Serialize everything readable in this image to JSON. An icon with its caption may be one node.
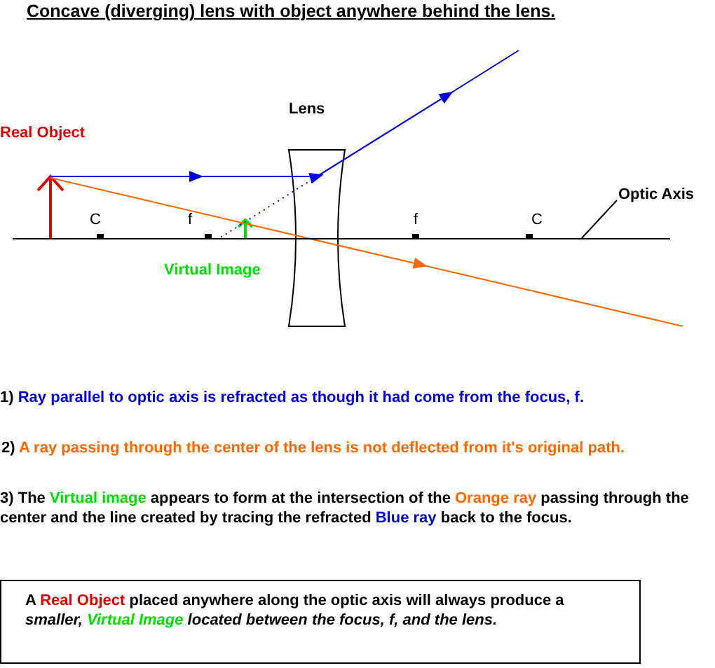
{
  "diagram": {
    "title": "Concave (diverging) lens with object anywhere behind the lens.",
    "nodes": [
      {
        "text": [
          "Optic Axis"
        ]
      },
      {
        "text": [],
        "shape": "line"
      },
      {
        "text": [
          "A Real Object placed anywhere along the optic axis will always produce a smaller, Virtual Image located between the focus, f, and the lens."
        ]
      }
    ],
    "edges": [
      {
        "from": 0,
        "to": 1,
        "arrow": "none"
      }
    ],
    "labels": [
      "Lens",
      "Real Object",
      "C",
      "f",
      "f",
      "C",
      "Virtual Image",
      "1) Ray parallel to optic axis is refracted as though it had come from the focus, f.",
      "2) A ray passing through the center of the lens is not deflected from it's original path.",
      "3) The Virtual image appears to form at the intersection of the Orange ray passing through the center and the line created by tracing the refracted Blue ray back to the focus."
    ]
  }
}
